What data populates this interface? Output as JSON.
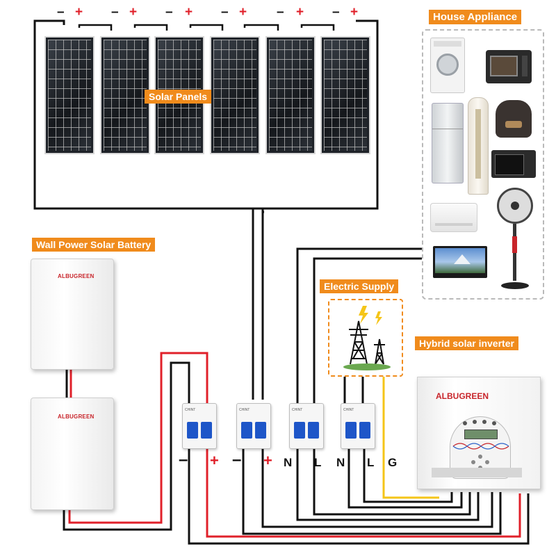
{
  "labels": {
    "house_appliance": "House Appliance",
    "solar_panels": "Solar Panels",
    "wall_battery": "Wall Power Solar Battery",
    "electric_supply": "Electric Supply",
    "hybrid_inverter": "Hybrid solar inverter"
  },
  "panel_terminals": {
    "minus": "–",
    "plus": "+"
  },
  "brand": "ALBUGREEN",
  "terminals": {
    "t1": "–",
    "t2": "+",
    "t3": "–",
    "t4": "+",
    "t5": "N",
    "t6": "L",
    "t7": "N",
    "t8": "L",
    "t9": "G"
  },
  "breaker_text": "CHINT",
  "colors": {
    "accent": "#f08b1c",
    "wire_black": "#111111",
    "wire_red": "#e0202a",
    "wire_yellow": "#f5c518",
    "breaker_blue": "#1e56c8"
  },
  "appliances": [
    "washing-machine",
    "oven",
    "fridge",
    "air-purifier",
    "rice-cooker",
    "microwave",
    "air-conditioner",
    "fan",
    "tv"
  ]
}
